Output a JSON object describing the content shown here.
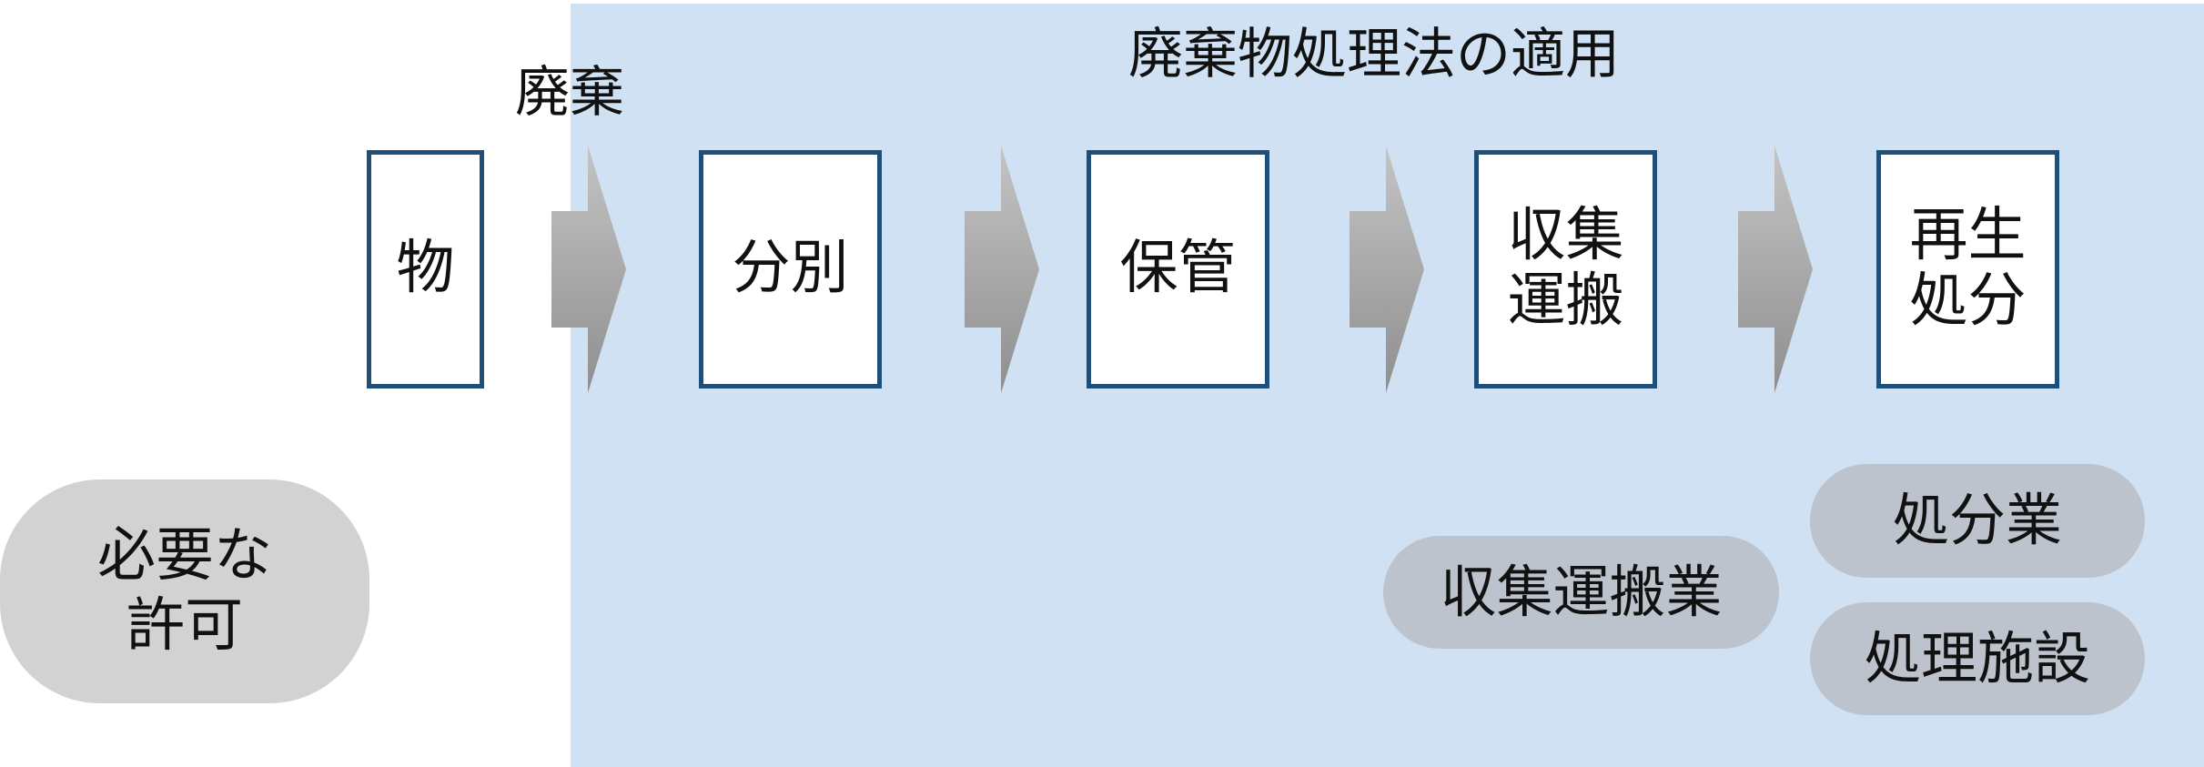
{
  "region": {
    "title": "廃棄物処理法の適用",
    "color": "#cfe1f2"
  },
  "discard_label": "廃棄",
  "flow": [
    {
      "id": "mono",
      "lines": [
        "物"
      ]
    },
    {
      "id": "bunbetsu",
      "lines": [
        "分別"
      ]
    },
    {
      "id": "hokan",
      "lines": [
        "保管"
      ]
    },
    {
      "id": "shushu-unpan",
      "lines": [
        "収集",
        "運搬"
      ]
    },
    {
      "id": "saisei-shobun",
      "lines": [
        "再生",
        "処分"
      ]
    }
  ],
  "permit_label": {
    "lines": [
      "必要な",
      "許可"
    ]
  },
  "permits": [
    {
      "id": "shushu-unpan-gyo",
      "label": "収集運搬業"
    },
    {
      "id": "shobun-gyo",
      "label": "処分業"
    },
    {
      "id": "shori-shisetsu",
      "label": "処理施設"
    }
  ],
  "colors": {
    "box_border": "#1f4e79",
    "pill_fill": "#bcc3cc",
    "permit_pill_fill": "#d2d2d2",
    "arrow_light": "#c4c4c4",
    "arrow_dark": "#8f8f8f"
  }
}
